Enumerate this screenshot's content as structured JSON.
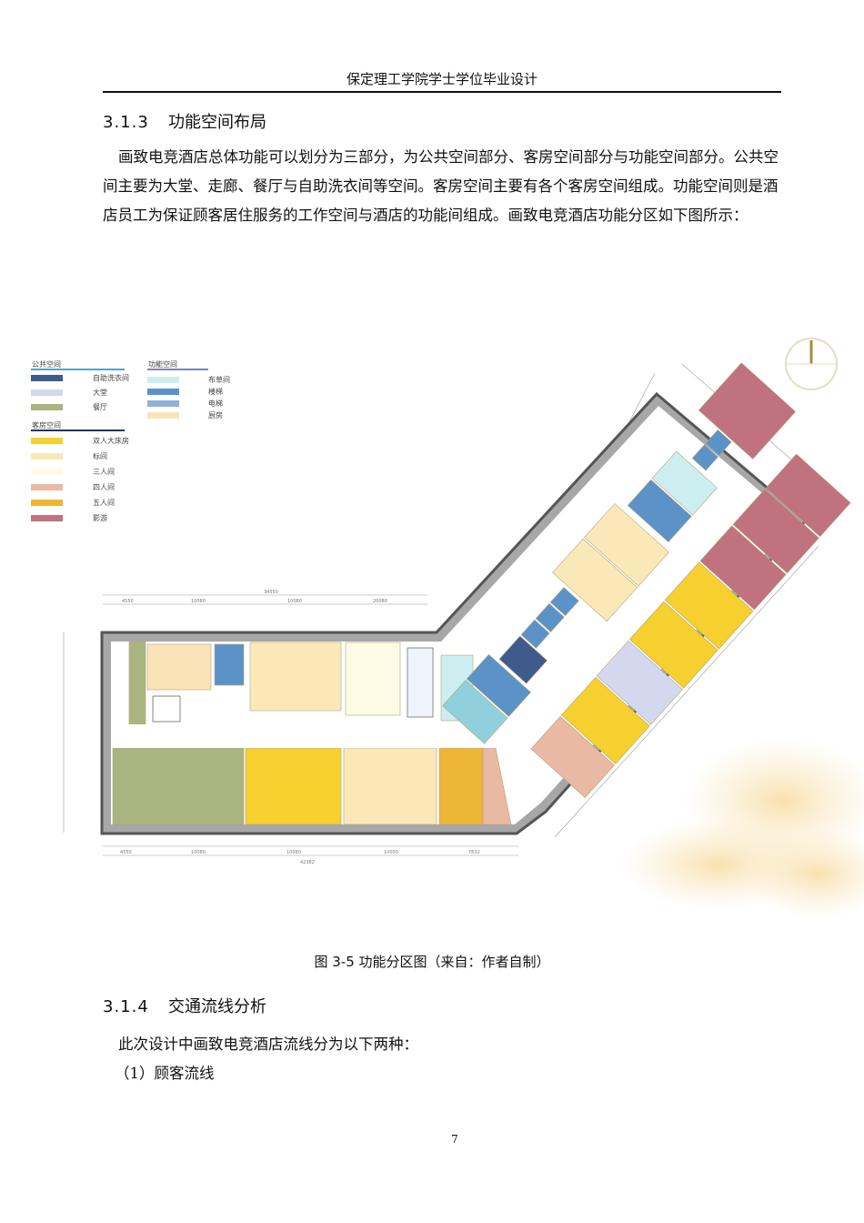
{
  "header": "保定理工学院学士学位毕业设计",
  "section1": {
    "number": "3.1.3",
    "title": "功能空间布局"
  },
  "paragraph1": "画致电竞酒店总体功能可以划分为三部分，为公共空间部分、客房空间部分与功能空间部分。公共空间主要为大堂、走廊、餐厅与自助洗衣间等空间。客房空间主要有各个客房空间组成。功能空间则是酒店员工为保证顾客居住服务的工作空间与酒店的功能间组成。画致电竞酒店功能分区如下图所示：",
  "figure": {
    "caption": "图 3-5 功能分区图（来自：作者自制）",
    "legend": [
      {
        "group": "公共空间",
        "items": [
          {
            "label": "自助洗衣间",
            "color": "#3f5a8c"
          },
          {
            "label": "大堂",
            "color": "#d4d8ee"
          },
          {
            "label": "餐厅",
            "color": "#a9b47f"
          }
        ]
      },
      {
        "group": "功能空间",
        "items": [
          {
            "label": "布草间",
            "color": "#cdeef0"
          },
          {
            "label": "楼梯",
            "color": "#5b93c9"
          },
          {
            "label": "电梯",
            "color": "#8fb0d8"
          },
          {
            "label": "厨房",
            "color": "#fbe3b8"
          }
        ]
      },
      {
        "group": "客房空间",
        "items": [
          {
            "label": "双人大床房",
            "color": "#f5d02e"
          },
          {
            "label": "标间",
            "color": "#fbe8b8"
          },
          {
            "label": "三人间",
            "color": "#fdfbe3"
          },
          {
            "label": "四人间",
            "color": "#e9b9a3"
          },
          {
            "label": "五人间",
            "color": "#eeb636"
          },
          {
            "label": "影游",
            "color": "#c0727e"
          }
        ]
      }
    ],
    "dimensions_top": [
      "34550",
      "4550",
      "10080",
      "10080",
      "20080"
    ],
    "dimensions_bottom": [
      "4550",
      "10080",
      "10080",
      "10000",
      "7832",
      "42382"
    ]
  },
  "section2": {
    "number": "3.1.4",
    "title": "交通流线分析"
  },
  "paragraph2": "此次设计中画致电竞酒店流线分为以下两种：",
  "list_item1": "（1）顾客流线",
  "page_number": "7"
}
